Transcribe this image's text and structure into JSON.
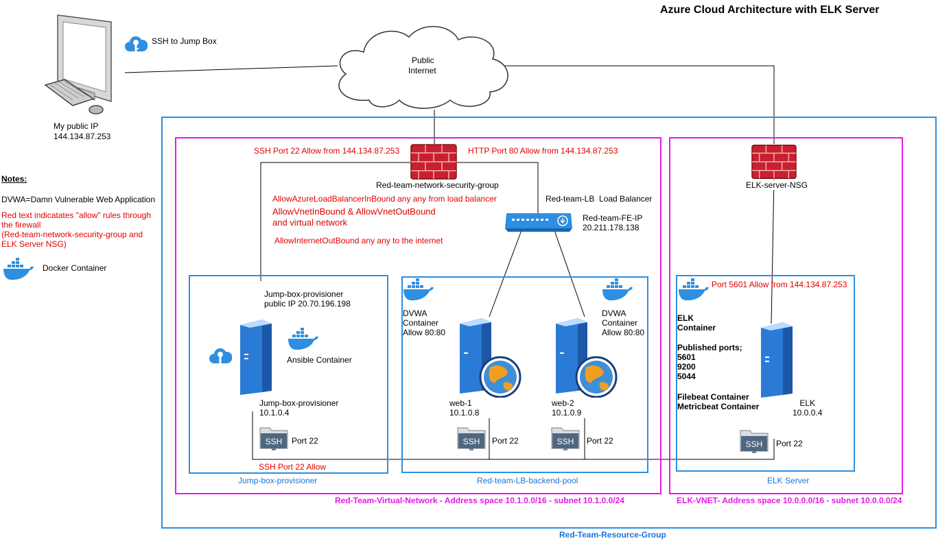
{
  "title": "Azure Cloud Architecture with ELK Server",
  "icons": {
    "ssh_key_legend": "ssh-key-icon",
    "docker": "docker-icon",
    "server": "server-icon",
    "firewall": "firewall-icon",
    "load_balancer": "load-balancer-icon",
    "globe": "globe-icon",
    "ssh_folder": "ssh-folder-icon",
    "computer": "computer-icon",
    "cloud": "cloud-icon"
  },
  "colors": {
    "allow_rule": "#e00000",
    "azure_container": "#1a73d8",
    "vnet": "#e619e6",
    "firewall": "#c8202e"
  },
  "workstation": {
    "ssh_legend": "SSH to Jump Box",
    "ip_label": "My public IP",
    "ip": "144.134.87.253"
  },
  "cloud": {
    "line1": "Public",
    "line2": "Internet"
  },
  "notes": {
    "heading": "Notes:",
    "dvwa": "DVWA=Damn Vulnerable Web Application",
    "red_text": "Red text indicatates \"allow\" rules through\nthe firewall\n(Red-team-network-security-group and\nELK Server NSG)",
    "docker_legend": "Docker Container"
  },
  "resource_group": {
    "label": "Red-Team-Resource-Group"
  },
  "red_vnet": {
    "label": "Red-Team-Virtual-Network - Address space 10.1.0.0/16 - subnet 10.1.0.0/24",
    "nsg_label": "Red-team-network-security-group",
    "ssh_rule": "SSH Port 22 Allow from 144.134.87.253",
    "http_rule": "HTTP Port 80 Allow from 144.134.87.253",
    "rule_lb": "AllowAzureLoadBalancerInBound any any from load balancer",
    "rule_vnet": "AllowVnetInBound & AllowVnetOutBound\nand virtual network",
    "rule_internet": "AllowInternetOutBound any any to the internet",
    "lb_label": "Red-team-LB  Load Balancer",
    "lb_fe": "Red-team-FE-IP\n20.211.178.138"
  },
  "jump_box": {
    "container_label": "Jump-box-provisioner",
    "header": "Jump-box-provisioner\npublic IP 20.70.196.198",
    "ansible": "Ansible Container",
    "name_ip": "Jump-box-provisioner\n10.1.0.4",
    "port": "Port 22",
    "ssh_allow": "SSH Port 22 Allow"
  },
  "backend_pool": {
    "label": "Red-team-LB-backend-pool",
    "dvwa1": "DVWA\nContainer\nAllow 80:80",
    "dvwa2": "DVWA\nContainer\nAllow 80:80",
    "web1": "web-1\n10.1.0.8",
    "web2": "web-2\n10.1.0.9",
    "port1": "Port 22",
    "port2": "Port 22"
  },
  "elk_vnet": {
    "label": "ELK-VNET- Address space 10.0.0.0/16 - subnet 10.0.0.0/24",
    "nsg_label": "ELK-server-NSG"
  },
  "elk_server": {
    "label": "ELK Server",
    "port_rule": "Port 5601 Allow from 144.134.87.253",
    "container": "ELK\nContainer",
    "published": "Published ports;\n5601\n9200\n5044",
    "beats": "Filebeat Container\nMetricbeat Container",
    "name_ip": "ELK\n10.0.0.4",
    "port": "Port 22"
  },
  "ssh_badge": "SSH"
}
